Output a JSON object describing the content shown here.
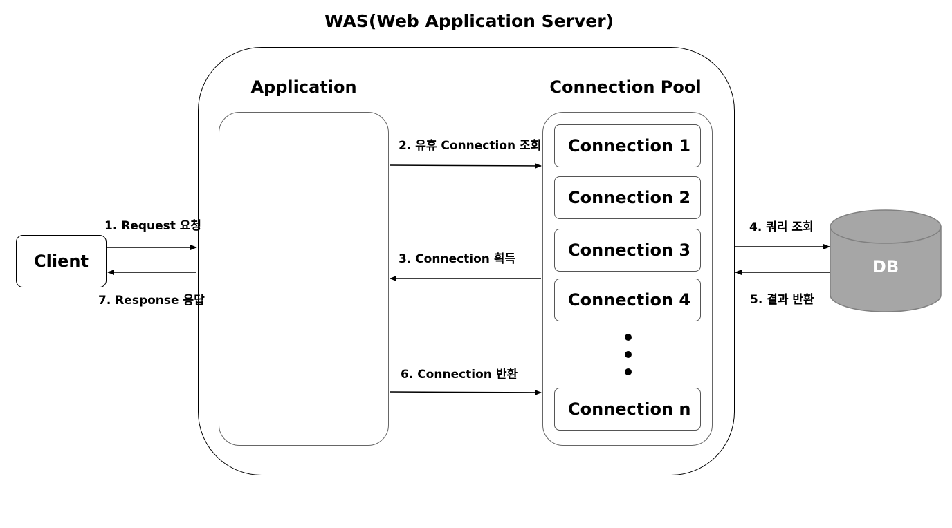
{
  "title": "WAS(Web Application Server)",
  "application": {
    "label": "Application"
  },
  "connection_pool": {
    "label": "Connection Pool",
    "connections": [
      "Connection 1",
      "Connection 2",
      "Connection 3",
      "Connection 4",
      "Connection n"
    ]
  },
  "client": {
    "label": "Client"
  },
  "db": {
    "label": "DB",
    "fill": "#a6a6a6"
  },
  "steps": {
    "s1": "1. Request 요청",
    "s2": "2. 유휴 Connection 조회",
    "s3": "3. Connection 획득",
    "s4": "4. 쿼리 조회",
    "s5": "5. 결과 반환",
    "s6": "6. Connection 반환",
    "s7": "7. Response 응답"
  },
  "colors": {
    "line": "#000000",
    "db_fill": "#a6a6a6",
    "db_stroke": "#808080"
  }
}
